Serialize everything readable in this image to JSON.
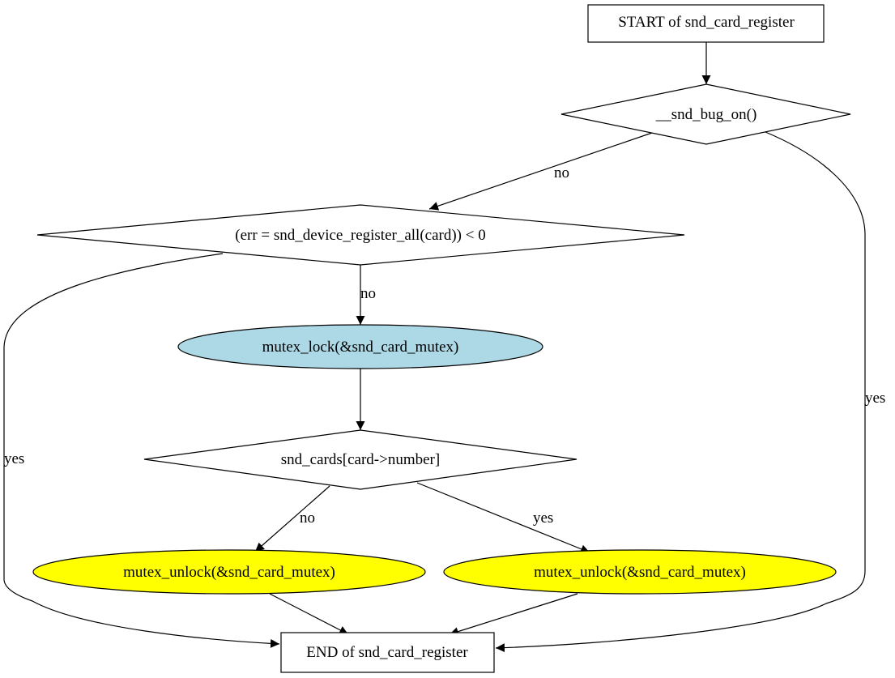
{
  "nodes": {
    "start": {
      "label": "START of snd_card_register",
      "shape": "box"
    },
    "bug_on": {
      "label": "__snd_bug_on()",
      "shape": "diamond"
    },
    "err_check": {
      "label": "(err = snd_device_register_all(card)) < 0",
      "shape": "diamond"
    },
    "mutex_lock": {
      "label": "mutex_lock(&snd_card_mutex)",
      "shape": "ellipse",
      "fill": "#add8e6"
    },
    "cards_check": {
      "label": "snd_cards[card->number]",
      "shape": "diamond"
    },
    "unlock_no": {
      "label": "mutex_unlock(&snd_card_mutex)",
      "shape": "ellipse",
      "fill": "#ffff00"
    },
    "unlock_yes": {
      "label": "mutex_unlock(&snd_card_mutex)",
      "shape": "ellipse",
      "fill": "#ffff00"
    },
    "end": {
      "label": "END of snd_card_register",
      "shape": "box"
    }
  },
  "edges": [
    {
      "from": "start",
      "to": "bug_on",
      "label": ""
    },
    {
      "from": "bug_on",
      "to": "err_check",
      "label": "no"
    },
    {
      "from": "bug_on",
      "to": "end",
      "label": "yes"
    },
    {
      "from": "err_check",
      "to": "mutex_lock",
      "label": "no"
    },
    {
      "from": "err_check",
      "to": "end",
      "label": "yes"
    },
    {
      "from": "mutex_lock",
      "to": "cards_check",
      "label": ""
    },
    {
      "from": "cards_check",
      "to": "unlock_no",
      "label": "no"
    },
    {
      "from": "cards_check",
      "to": "unlock_yes",
      "label": "yes"
    },
    {
      "from": "unlock_no",
      "to": "end",
      "label": ""
    },
    {
      "from": "unlock_yes",
      "to": "end",
      "label": ""
    }
  ]
}
